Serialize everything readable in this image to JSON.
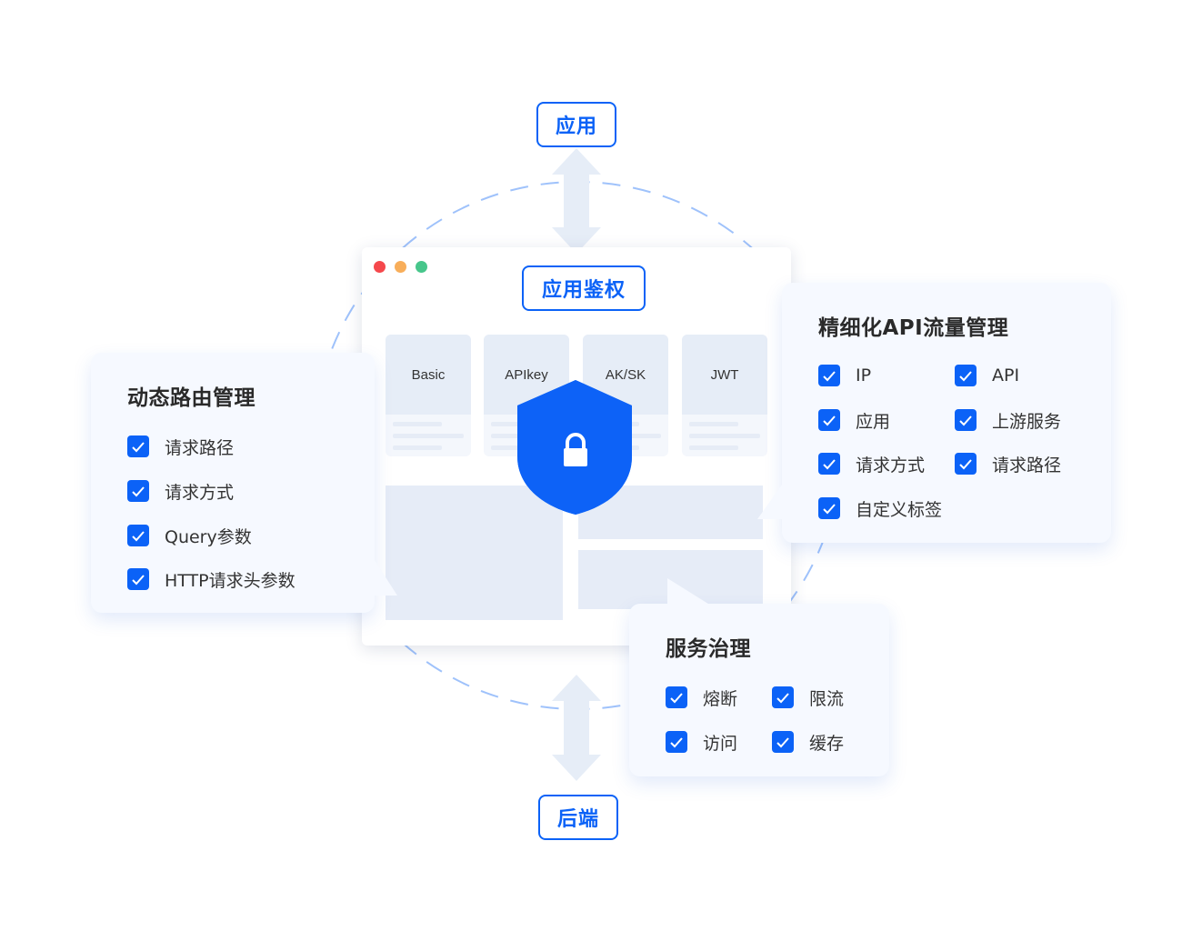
{
  "colors": {
    "accent": "#0b62f7",
    "arrow": "#e6edf7",
    "dashed_circle": "#9fc2fb",
    "dot_red": "#f5484c",
    "dot_orange": "#f8ae5a",
    "dot_green": "#47c68b"
  },
  "nodes": {
    "top": "应用",
    "bottom": "后端"
  },
  "window": {
    "title": "应用鉴权",
    "auth_methods": [
      "Basic",
      "APIkey",
      "AK/SK",
      "JWT"
    ],
    "shield_icon": "lock-icon"
  },
  "panels": {
    "routing": {
      "title": "动态路由管理",
      "items": [
        "请求路径",
        "请求方式",
        "Query参数",
        "HTTP请求头参数"
      ]
    },
    "traffic": {
      "title": "精细化API流量管理",
      "items": [
        "IP",
        "API",
        "应用",
        "上游服务",
        "请求方式",
        "请求路径",
        "自定义标签"
      ]
    },
    "governance": {
      "title": "服务治理",
      "items": [
        "熔断",
        "限流",
        "访问",
        "缓存"
      ]
    }
  }
}
